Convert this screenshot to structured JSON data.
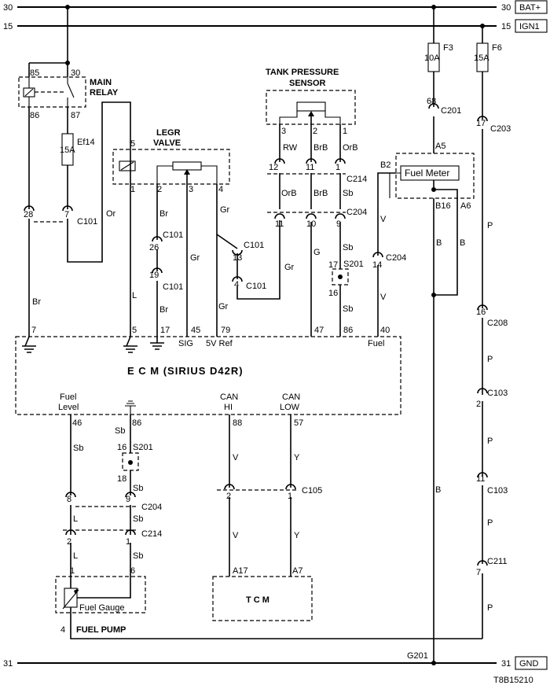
{
  "rails": {
    "bat_left": "30",
    "bat_right": "30",
    "bat_label": "BAT+",
    "ign_left": "15",
    "ign_right": "15",
    "ign_label": "IGN1",
    "gnd_left": "31",
    "gnd_right": "31",
    "gnd_label": "GND",
    "ground_point": "G201"
  },
  "main_relay": {
    "title_1": "MAIN",
    "title_2": "RELAY",
    "pin_85": "85",
    "pin_30": "30",
    "pin_86": "86",
    "pin_87": "87"
  },
  "ef14": {
    "name": "Ef14",
    "rating": "15A"
  },
  "c101": "C101",
  "legr": {
    "title_1": "LEGR",
    "title_2": "VALVE",
    "pin_5": "5",
    "pin_1": "1",
    "pin_2": "2",
    "pin_3": "3",
    "pin_4": "4"
  },
  "tank_sensor": {
    "title_1": "TANK PRESSURE",
    "title_2": "SENSOR",
    "pin_3": "3",
    "pin_2": "2",
    "pin_1": "1"
  },
  "fuses": {
    "f3": "F3",
    "f3_rating": "10A",
    "f6": "F6",
    "f6_rating": "15A"
  },
  "fuel_meter": {
    "label": "Fuel Meter",
    "pin_b2": "B2",
    "pin_a5": "A5",
    "pin_b16": "B16",
    "pin_a6": "A6"
  },
  "connectors": {
    "c201": "C201",
    "c203": "C203",
    "c214": "C214",
    "c204": "C204",
    "s201": "S201",
    "c208": "C208",
    "c103": "C103",
    "c211": "C211",
    "c105": "C105"
  },
  "wire_colors": {
    "br": "Br",
    "or": "Or",
    "l": "L",
    "gr": "Gr",
    "rw": "RW",
    "brb": "BrB",
    "orb": "OrB",
    "sb": "Sb",
    "g": "G",
    "v": "V",
    "b": "B",
    "p": "P",
    "y": "Y"
  },
  "pins": {
    "p28": "28",
    "p7": "7",
    "p26": "26",
    "p19": "19",
    "p13": "13",
    "p4": "4",
    "p12": "12",
    "p11": "11",
    "p1": "1",
    "p10": "10",
    "p9": "9",
    "p14": "14",
    "p17": "17",
    "p16": "16",
    "p68": "68",
    "p2": "2",
    "p8": "8",
    "p6": "6",
    "p18": "18"
  },
  "ecm": {
    "title": "E   C   M (SIRIUS D42R)",
    "top_pins": [
      "7",
      "5",
      "17",
      "45",
      "79",
      "47",
      "86",
      "40"
    ],
    "sig": "SIG",
    "ref": "5V Ref",
    "fuel": "Fuel",
    "fuel_level_1": "Fuel",
    "fuel_level_2": "Level",
    "can_1": "CAN",
    "hi": "HI",
    "low": "LOW",
    "bottom_pins": {
      "p46": "46",
      "p86": "86",
      "p88": "88",
      "p57": "57"
    }
  },
  "tcm": {
    "title": "T  C  M",
    "pin_a17": "A17",
    "pin_a7": "A7"
  },
  "fuel_pump": {
    "title": "FUEL PUMP",
    "gauge": "Fuel Gauge",
    "pin_1": "1",
    "pin_6": "6",
    "pin_4": "4"
  },
  "code": "T8B15210"
}
